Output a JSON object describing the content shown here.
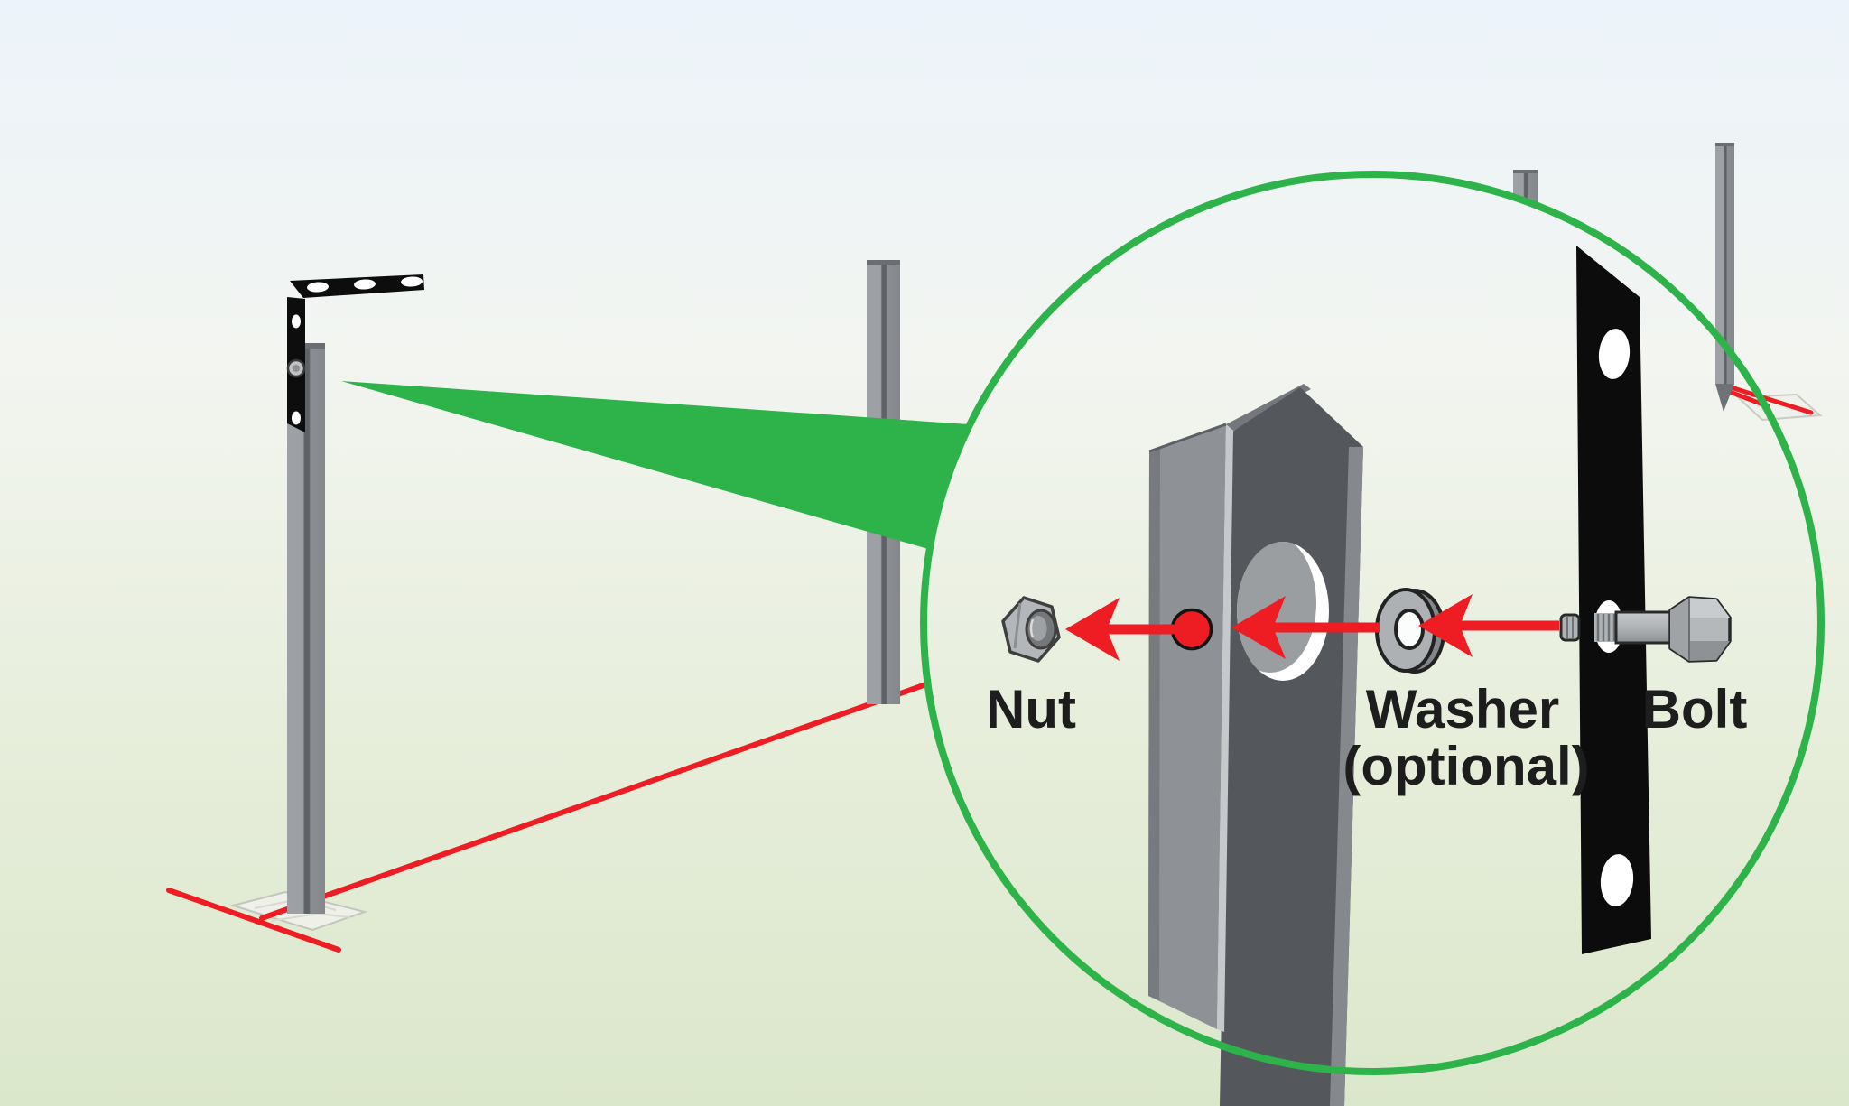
{
  "diagram": {
    "kind": "fence-post-bolt-assembly-instruction-illustration",
    "scene": {
      "description_elements": [
        "left-post-with-corner-bracket",
        "middle-post",
        "far-post",
        "right-post",
        "string-lines",
        "magnifier-callout-circle"
      ],
      "callout": "magnified bolted connection through post hole"
    },
    "labels": {
      "nut": "Nut",
      "washer": "Washer",
      "washer_note": "(optional)",
      "bolt": "Bolt"
    },
    "colors": {
      "accent_green": "#2eb34b",
      "accent_red": "#ee1c23",
      "bar_black": "#0c0c0c",
      "metal_light": "#b4b7ba",
      "metal_mid": "#8e9296",
      "metal_dark": "#54585c",
      "label_text": "#1d1d1d",
      "bg_top": "#ecf3fa",
      "bg_bottom": "#dbe7cb"
    }
  }
}
